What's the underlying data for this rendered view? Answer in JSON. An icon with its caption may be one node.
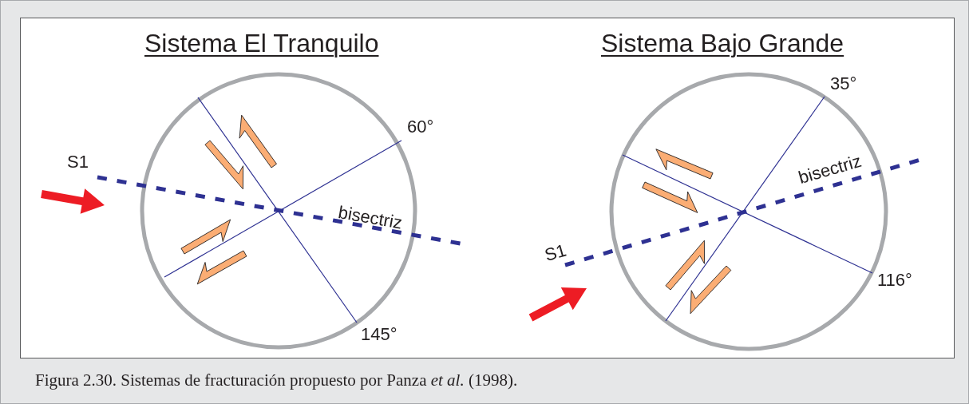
{
  "diagram": {
    "caption": "Figura 2.30. Sistemas de fracturación propuesto por Panza *et al.* (1998).",
    "labels": [
      "Sistema El Tranquilo",
      "Sistema Bajo Grande",
      "S1",
      "60°",
      "bisectriz",
      "145°",
      "35°",
      "bisectriz",
      "S1",
      "116°"
    ]
  }
}
